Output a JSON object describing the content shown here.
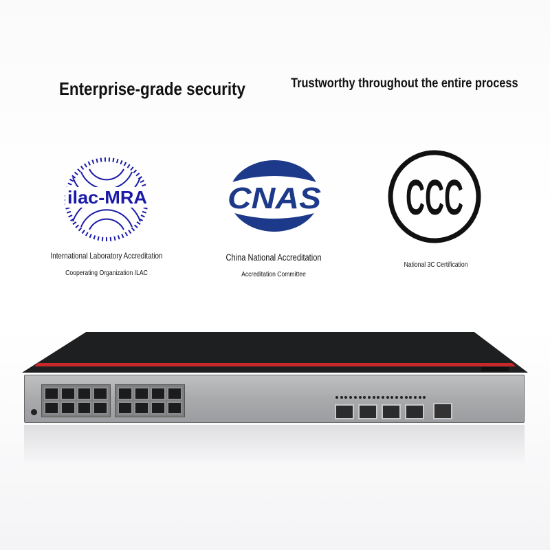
{
  "headings": {
    "left": "Enterprise-grade security",
    "right": "Trustworthy throughout the entire process"
  },
  "certifications": [
    {
      "logo_text": "ilac-MRA",
      "caption_line1": "International Laboratory Accreditation",
      "caption_line2": "Cooperating Organization ILAC",
      "color": "#1a1aa8"
    },
    {
      "logo_text": "CNAS",
      "caption_line1": "China National Accreditation",
      "caption_line2": "Accreditation Committee",
      "color": "#1d3a8a"
    },
    {
      "logo_text": "CCC",
      "caption_line1": "National 3C Certification",
      "color": "#111111"
    }
  ],
  "device": {
    "rj45_port_groups": 2,
    "rj45_ports_per_group": 8,
    "sfp_ports": 4,
    "accent_color": "#c8282a",
    "top_color": "#1e1f21",
    "panel_color": "#aeafb1"
  }
}
